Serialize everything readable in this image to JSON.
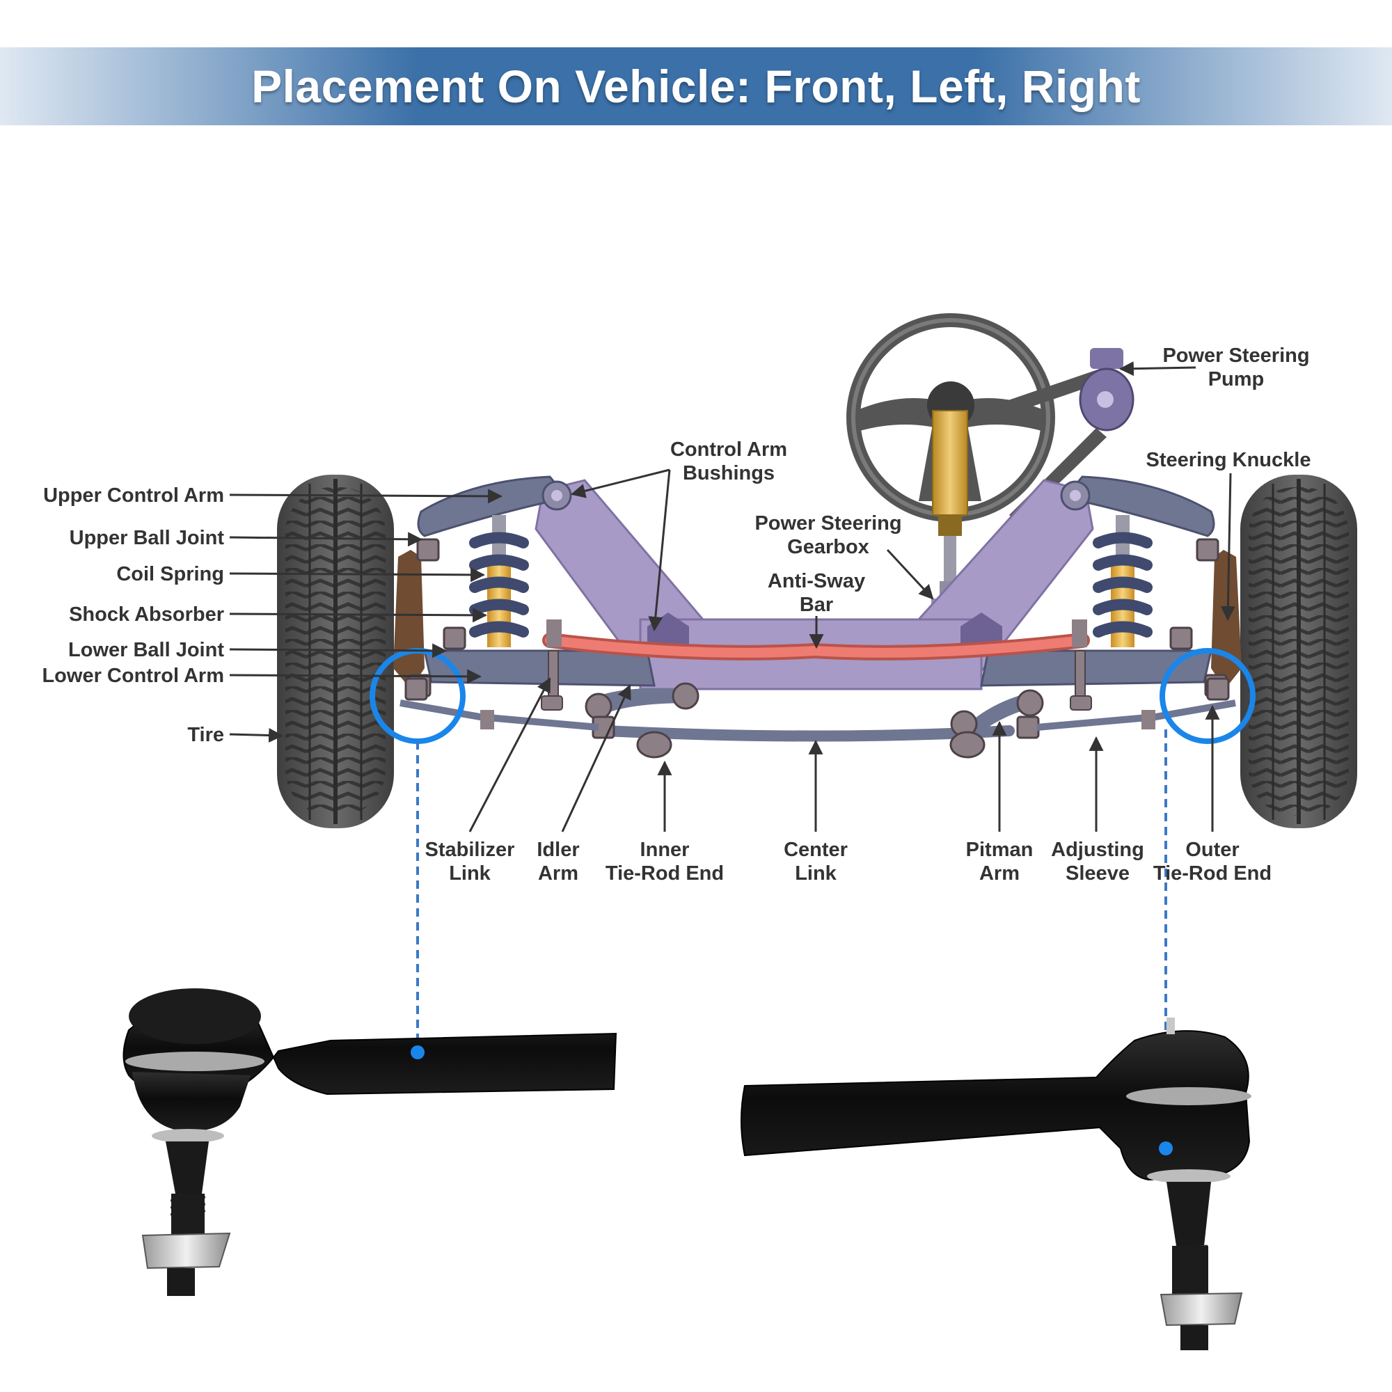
{
  "banner": {
    "title": "Placement On Vehicle: Front, Left, Right",
    "gradient": [
      "#dfe8f2",
      "#3b70a8",
      "#3b70a8",
      "#dfe8f2"
    ]
  },
  "colors": {
    "highlight_circle": "#1a86ea",
    "leader_line": "#333333",
    "frame": "#a89ac6",
    "control_arm": "#6f7692",
    "coil_spring": "#3f4a6e",
    "shock": "#efb545",
    "sway_bar": "#ef7c72",
    "tire": "#575757",
    "part_black": "#161616"
  },
  "labels": {
    "upper_control_arm": "Upper Control Arm",
    "upper_ball_joint": "Upper Ball Joint",
    "coil_spring": "Coil Spring",
    "shock_absorber": "Shock Absorber",
    "lower_ball_joint": "Lower Ball Joint",
    "lower_control_arm": "Lower Control Arm",
    "tire": "Tire",
    "control_arm_bushings_1": "Control Arm",
    "control_arm_bushings_2": "Bushings",
    "power_steering_gearbox_1": "Power Steering",
    "power_steering_gearbox_2": "Gearbox",
    "anti_sway_bar_1": "Anti-Sway",
    "anti_sway_bar_2": "Bar",
    "power_steering_pump_1": "Power Steering",
    "power_steering_pump_2": "Pump",
    "steering_knuckle": "Steering Knuckle",
    "stabilizer_link_1": "Stabilizer",
    "stabilizer_link_2": "Link",
    "idler_arm_1": "Idler",
    "idler_arm_2": "Arm",
    "inner_tie_rod_end_1": "Inner",
    "inner_tie_rod_end_2": "Tie-Rod End",
    "center_link_1": "Center",
    "center_link_2": "Link",
    "pitman_arm_1": "Pitman",
    "pitman_arm_2": "Arm",
    "adjusting_sleeve_1": "Adjusting",
    "adjusting_sleeve_2": "Sleeve",
    "outer_tie_rod_end_1": "Outer",
    "outer_tie_rod_end_2": "Tie-Rod End"
  }
}
